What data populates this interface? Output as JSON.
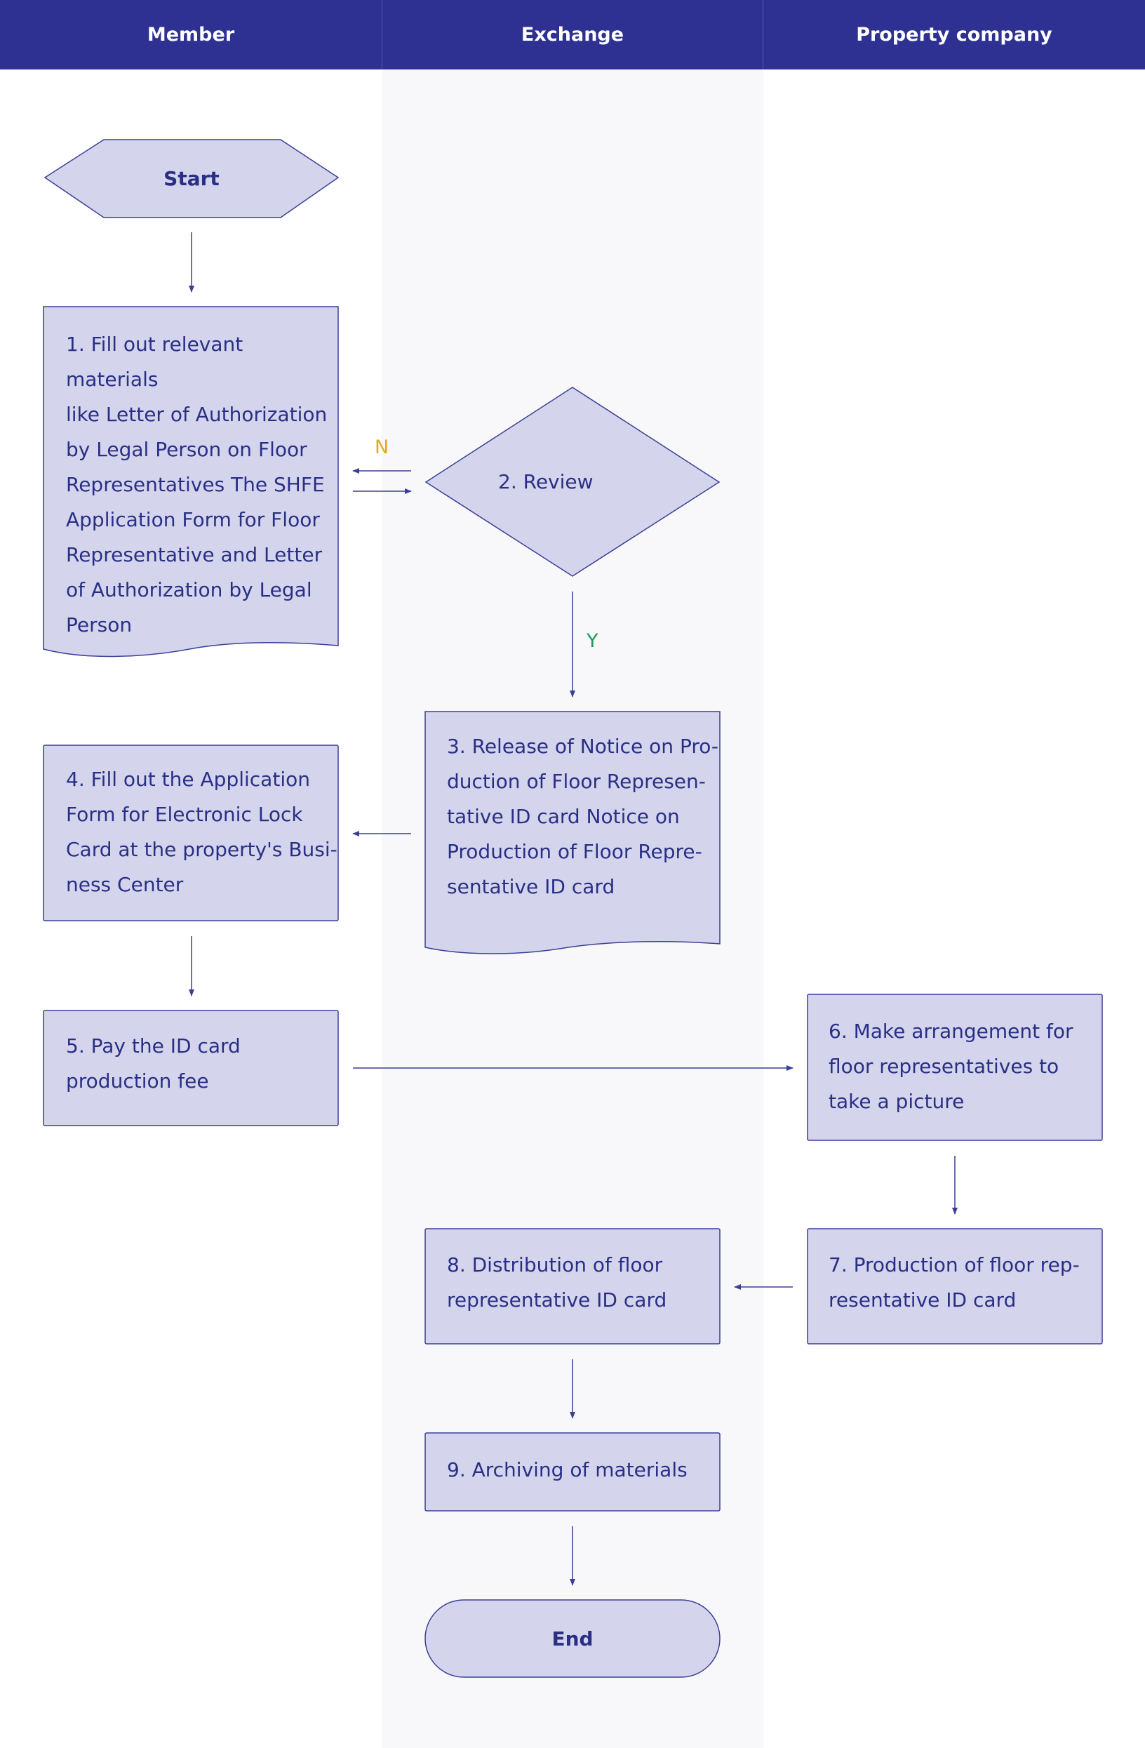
{
  "lanes": [
    {
      "label": "Member"
    },
    {
      "label": "Exchange"
    },
    {
      "label": "Property company"
    }
  ],
  "nodes": {
    "start": "Start",
    "step1": "1. Fill out relevant materials\nlike Letter of Authorization\nby Legal Person on Floor\nRepresentatives The SHFE\nApplication Form for Floor\nRepresentative and Letter\nof Authorization by Legal\nPerson",
    "step2": "2. Review",
    "step3": "3. Release of Notice on Pro-\nduction of Floor Represen-\ntative ID card Notice on\nProduction of Floor Repre-\nsentative ID card",
    "step4": "4. Fill out the Application\nForm for Electronic Lock\nCard at the property's Busi-\nness Center",
    "step5": "5. Pay the ID card\nproduction fee",
    "step6": "6. Make arrangement for\nfloor representatives to\ntake a picture",
    "step7": "7. Production of floor rep-\nresentative ID card",
    "step8": "8. Distribution of floor\nrepresentative ID card",
    "step9": "9. Archiving of materials",
    "end": "End"
  },
  "edge_labels": {
    "no": "N",
    "yes": "Y"
  },
  "colors": {
    "header_bg": "#2e3192",
    "header_text": "#ffffff",
    "shape_fill": "#d4d5ec",
    "shape_stroke": "#3b3f96",
    "text": "#2a2f86",
    "lane_exchange_bg": "#f8f8fa",
    "no_label": "#e6a817",
    "yes_label": "#1a9a5a"
  }
}
